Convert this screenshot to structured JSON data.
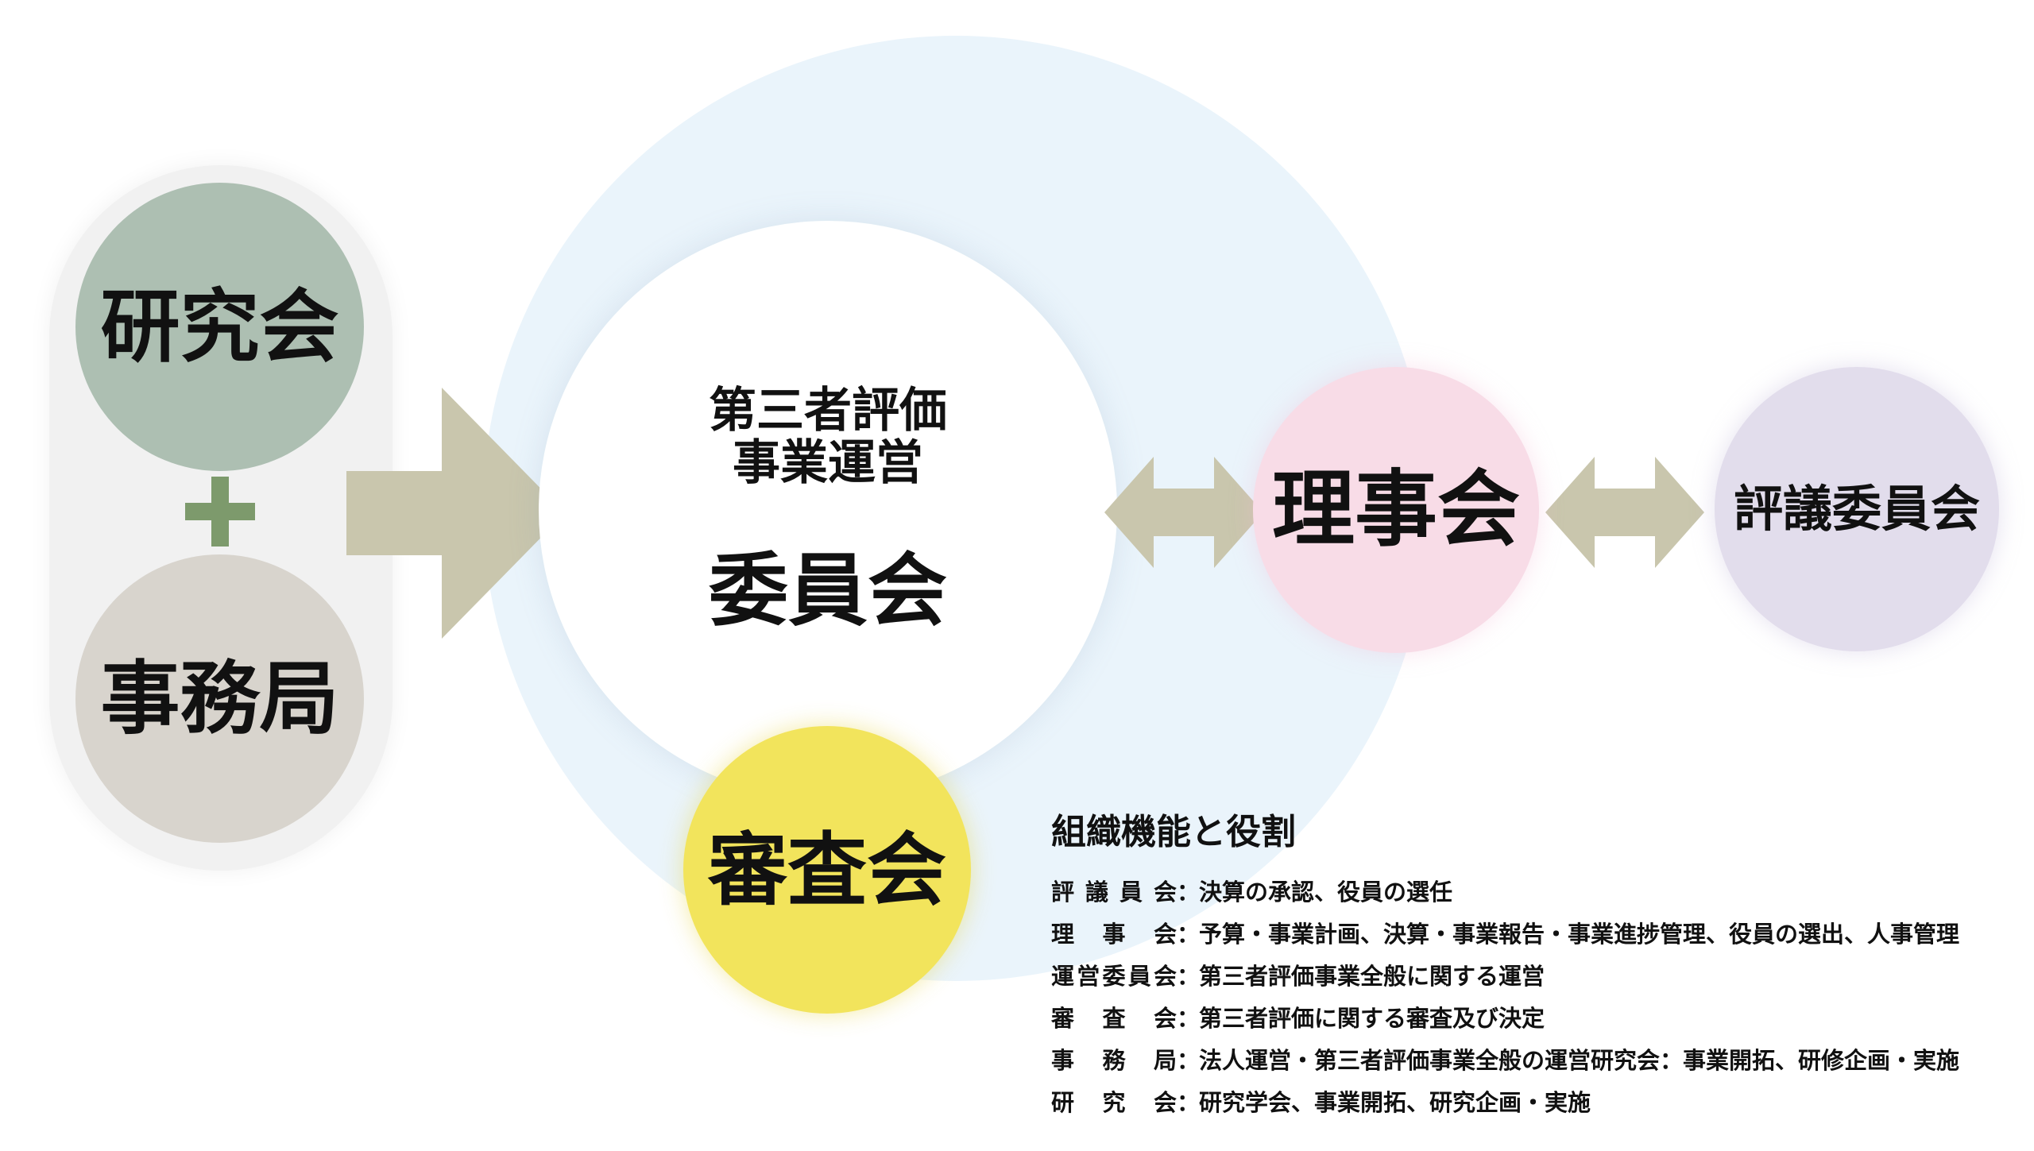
{
  "left_group": {
    "top_label": "研究会",
    "bottom_label": "事務局"
  },
  "committee": {
    "line1": "第三者評価",
    "line2": "事業運営",
    "main": "委員会"
  },
  "review_board": "審査会",
  "board_of_directors": "理事会",
  "council": "評議委員会",
  "roles": {
    "title": "組織機能と役割",
    "separator": "：",
    "items": [
      {
        "name": "評議員会",
        "desc": "決算の承認、役員の選任"
      },
      {
        "name": "理事会",
        "desc": "予算・事業計画、決算・事業報告・事業進捗管理、役員の選出、人事管理"
      },
      {
        "name": "運営委員会",
        "desc": "第三者評価事業全般に関する運営"
      },
      {
        "name": "審査会",
        "desc": "第三者評価に関する審査及び決定"
      },
      {
        "name": "事務局",
        "desc": "法人運営・第三者評価事業全般の運営研究会：事業開拓、研修企画・実施"
      },
      {
        "name": "研究会",
        "desc": "研究学会、事業開拓、研究企画・実施"
      }
    ]
  },
  "colors": {
    "kenkyukai": "#adbfb2",
    "jimukyoku": "#d8d4cd",
    "plus": "#7d9a6c",
    "arrow": "#c9c6ad",
    "outer_circle": "#eaf4fb",
    "shinsakai": "#f2e45c",
    "rijikai": "#f8dce7",
    "hyogiinkai": "#e2ddec"
  },
  "icons": {
    "plus": "plus-icon",
    "big_arrow": "arrow-right-icon",
    "double_arrow": "double-arrow-icon"
  }
}
